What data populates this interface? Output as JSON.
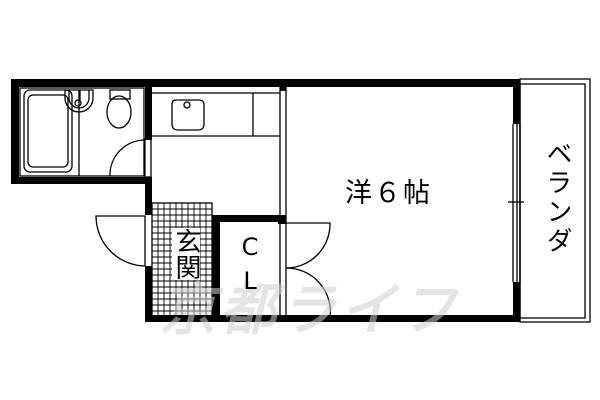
{
  "floor_plan": {
    "rooms": {
      "main_room": "洋６帖",
      "veranda": "ベランダ",
      "entrance": "玄関",
      "closet": "CL"
    },
    "fixtures": [
      "bathtub",
      "wash-basin",
      "toilet",
      "kitchen-sink"
    ],
    "watermark": "京都ライフ",
    "colors": {
      "wall": "#000000",
      "background": "#ffffff",
      "watermark": "#cfcfcf"
    }
  }
}
